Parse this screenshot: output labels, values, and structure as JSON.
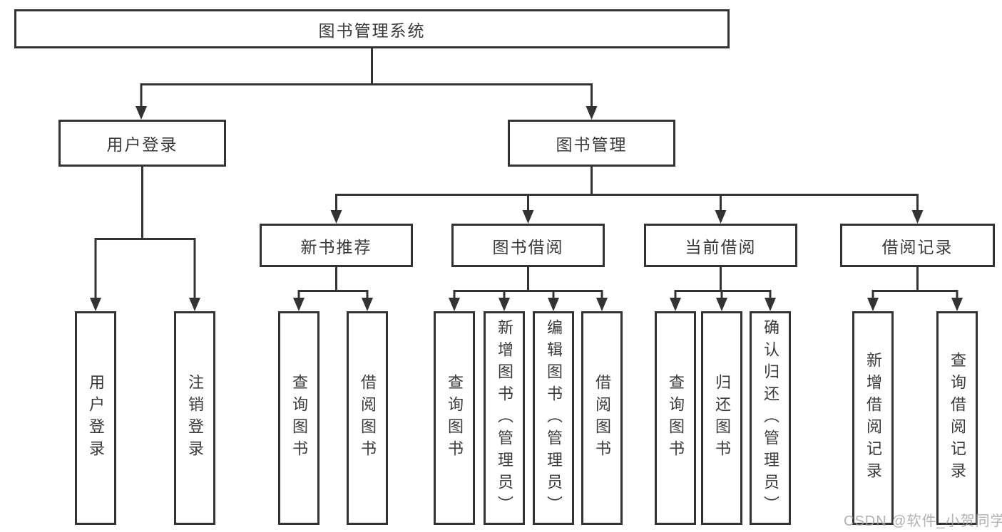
{
  "diagram": {
    "root": "图书管理系统",
    "level2": [
      "用户登录",
      "图书管理"
    ],
    "level3": [
      "新书推荐",
      "图书借阅",
      "当前借阅",
      "借阅记录"
    ],
    "user_login_children": [
      "用户登录",
      "注销登录"
    ],
    "new_book_children": [
      "查询图书",
      "借阅图书"
    ],
    "book_borrowing_children": [
      "查询图书",
      "新增图书（管理员）",
      "编辑图书（管理员）",
      "借阅图书"
    ],
    "current_borrowing_children": [
      "查询图书",
      "归还图书",
      "确认归还（管理员）"
    ],
    "borrowing_records_children": [
      "新增借阅记录",
      "查询借阅记录"
    ]
  },
  "watermark": "CSDN @软件_小贺同学",
  "colors": {
    "line": "#333333",
    "box_border": "#333333",
    "text": "#3a3a3a",
    "watermark": "#a2a2a8",
    "background": "#ffffff"
  }
}
